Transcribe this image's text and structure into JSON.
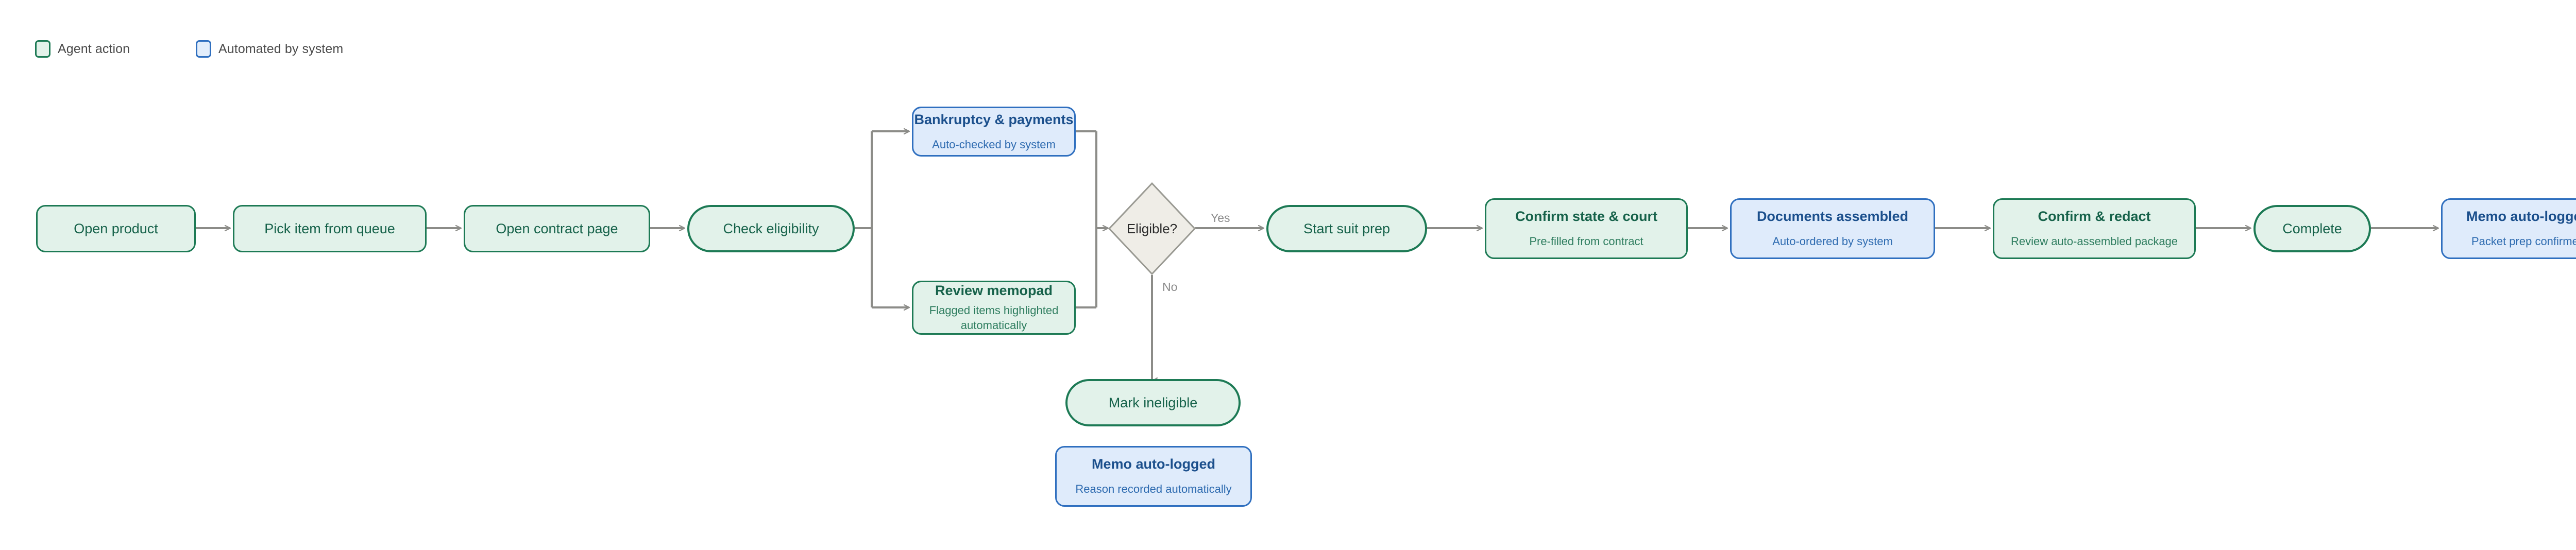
{
  "legend": {
    "items": [
      {
        "label": "Agent action",
        "swatch": "green",
        "fill": "#E3F2EA",
        "stroke": "#1D7A55"
      },
      {
        "label": "Automated by system",
        "swatch": "blue",
        "fill": "#E3EEFB",
        "stroke": "#2F6FBF"
      }
    ]
  },
  "colors": {
    "agent_fill": "#E2F2EA",
    "agent_stroke": "#1D7A55",
    "agent_text": "#16624A",
    "system_fill": "#DFEBFB",
    "system_stroke": "#2F6FBF",
    "system_text": "#1B4F8C",
    "decision_fill": "#EFEDE7",
    "decision_stroke": "#9a9a93",
    "edge": "#8c8c88",
    "edge_label": "#8a8a8a"
  },
  "nodes": {
    "open_product": {
      "title": "Open product",
      "subtitle": ""
    },
    "pick_item": {
      "title": "Pick item from queue",
      "subtitle": ""
    },
    "open_contract": {
      "title": "Open contract page",
      "subtitle": ""
    },
    "check_eligibility": {
      "title": "Check eligibility",
      "subtitle": ""
    },
    "bankruptcy_payments": {
      "title": "Bankruptcy & payments",
      "subtitle": "Auto-checked by system"
    },
    "review_memopad": {
      "title": "Review memopad",
      "subtitle": "Flagged items highlighted automatically"
    },
    "eligible": {
      "title": "Eligible?",
      "subtitle": ""
    },
    "start_suit_prep": {
      "title": "Start suit prep",
      "subtitle": ""
    },
    "confirm_state_court": {
      "title": "Confirm state & court",
      "subtitle": "Pre-filled from contract"
    },
    "documents_assembled": {
      "title": "Documents assembled",
      "subtitle": "Auto-ordered by system"
    },
    "confirm_redact": {
      "title": "Confirm & redact",
      "subtitle": "Review auto-assembled package"
    },
    "complete": {
      "title": "Complete",
      "subtitle": ""
    },
    "memo_packet": {
      "title": "Memo auto-logged",
      "subtitle": "Packet prep confirmed"
    },
    "mark_ineligible": {
      "title": "Mark ineligible",
      "subtitle": ""
    },
    "memo_reason": {
      "title": "Memo auto-logged",
      "subtitle": "Reason recorded automatically"
    }
  },
  "edge_labels": {
    "yes": "Yes",
    "no": "No"
  }
}
